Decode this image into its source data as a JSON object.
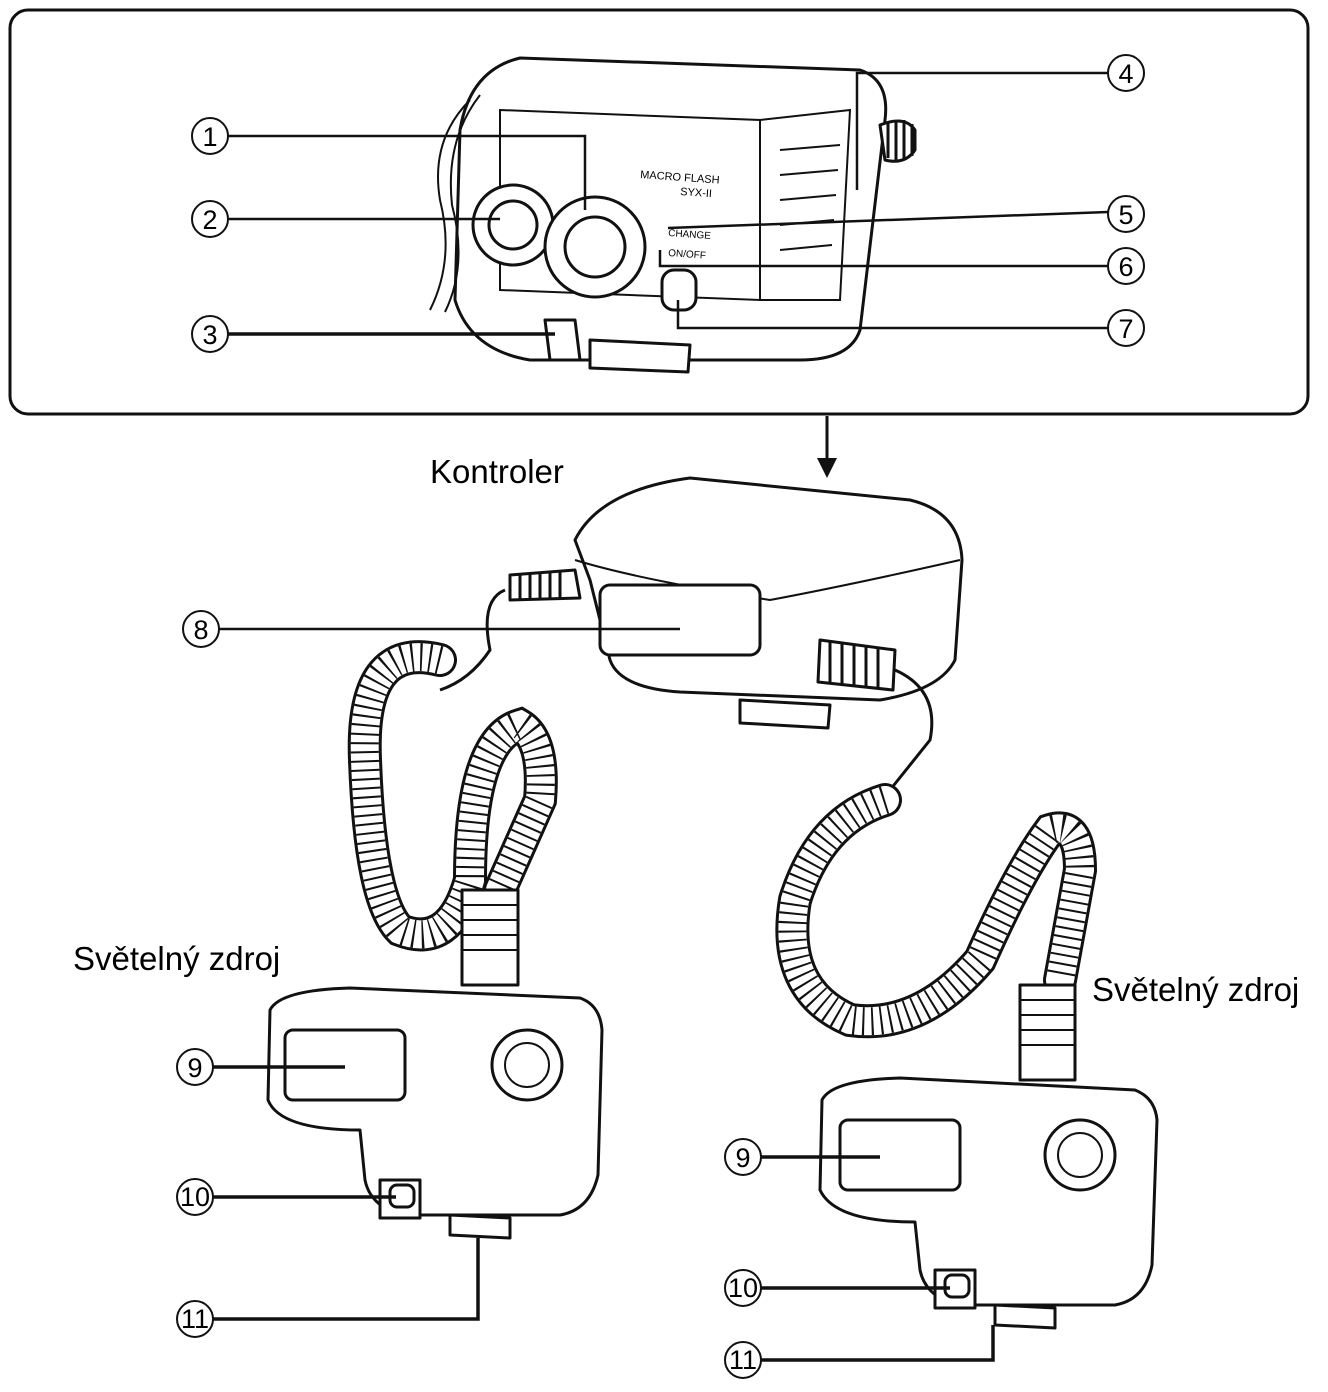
{
  "captions": {
    "controller": "Kontroler",
    "light_source_left": "Světelný zdroj",
    "light_source_right": "Světelný zdroj"
  },
  "device_markings": {
    "model": "MACRO FLASH",
    "model_code": "SYX-II",
    "change": "CHANGE",
    "on_off": "ON/OFF"
  },
  "callouts": [
    "1",
    "2",
    "3",
    "4",
    "5",
    "6",
    "7",
    "8",
    "9",
    "10",
    "11",
    "9",
    "10",
    "11"
  ],
  "colors": {
    "line": "#111111",
    "background": "#ffffff"
  }
}
